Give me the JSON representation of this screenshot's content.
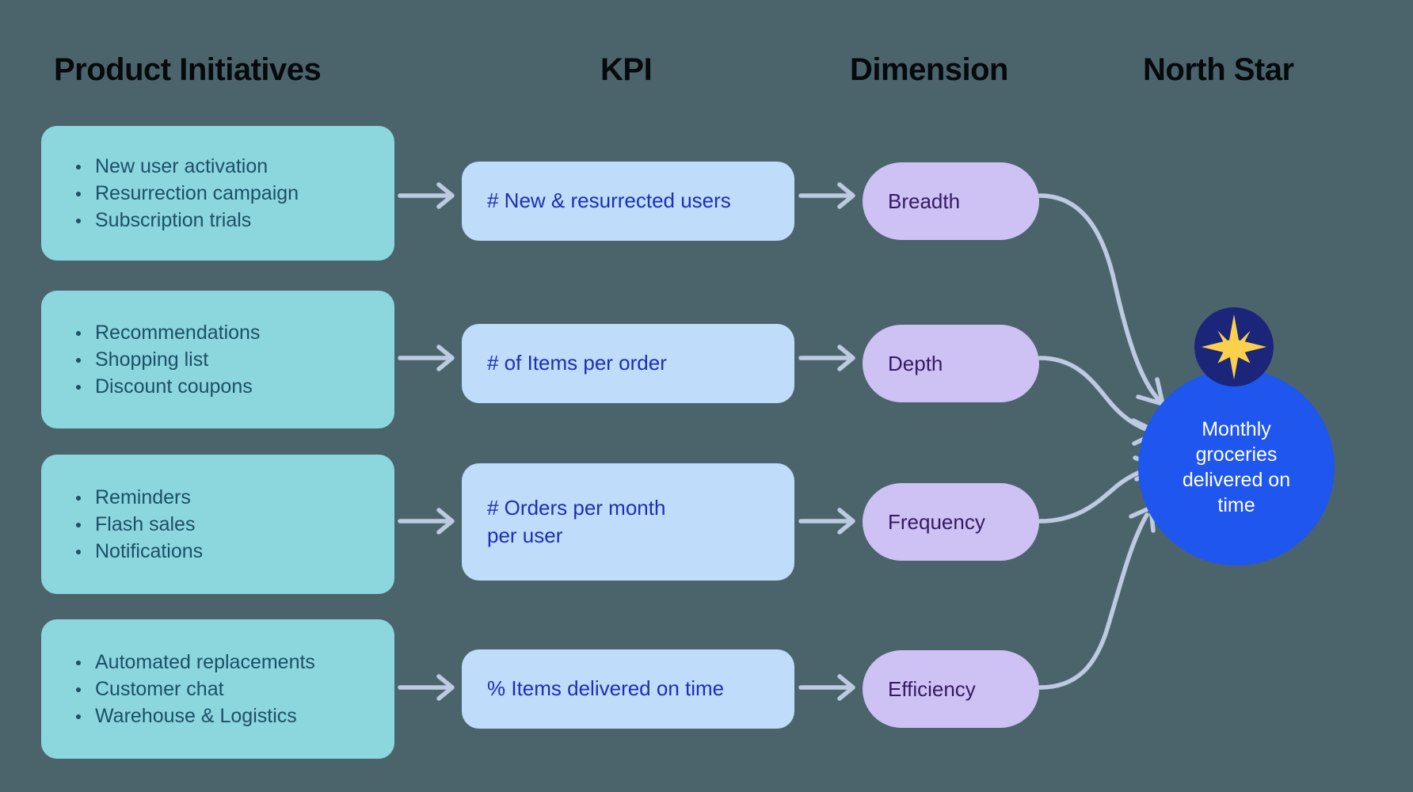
{
  "background_color": "#4b646c",
  "columns": {
    "initiatives_header": "Product Initiatives",
    "kpi_header": "KPI",
    "dimension_header": "Dimension",
    "north_star_header": "North Star"
  },
  "palette": {
    "initiative_bg": "#8bd7dd",
    "initiative_text": "#1d4f66",
    "kpi_bg": "#bfdcfa",
    "kpi_text": "#1c2fb5",
    "dimension_bg": "#cdc2f3",
    "dimension_text": "#351a63",
    "north_star_bg": "#1f56ee",
    "north_star_text": "#ffffff",
    "badge_bg": "#1b2579",
    "star_gold": "#fbd04a",
    "arrow": "#bccbdf",
    "header_text": "#060a0d"
  },
  "rows": [
    {
      "initiatives": [
        "New user activation",
        "Resurrection campaign",
        "Subscription trials"
      ],
      "kpi": "# New & resurrected users",
      "dimension": "Breadth"
    },
    {
      "initiatives": [
        "Recommendations",
        "Shopping list",
        "Discount coupons"
      ],
      "kpi": "# of Items per order",
      "dimension": "Depth"
    },
    {
      "initiatives": [
        "Reminders",
        "Flash sales",
        "Notifications"
      ],
      "kpi": "# Orders per month\nper user",
      "dimension": "Frequency"
    },
    {
      "initiatives": [
        "Automated replacements",
        "Customer chat",
        "Warehouse & Logistics"
      ],
      "kpi": "% Items delivered on time",
      "dimension": "Efficiency"
    }
  ],
  "north_star": {
    "label": "Monthly\ngroceries\ndelivered on\ntime",
    "badge_icon": "north-star-burst-icon"
  },
  "icons": {
    "arrow_right": "arrow-right-icon",
    "curved_arrow": "curved-arrow-icon",
    "bullet": "bullet-dot-icon"
  }
}
